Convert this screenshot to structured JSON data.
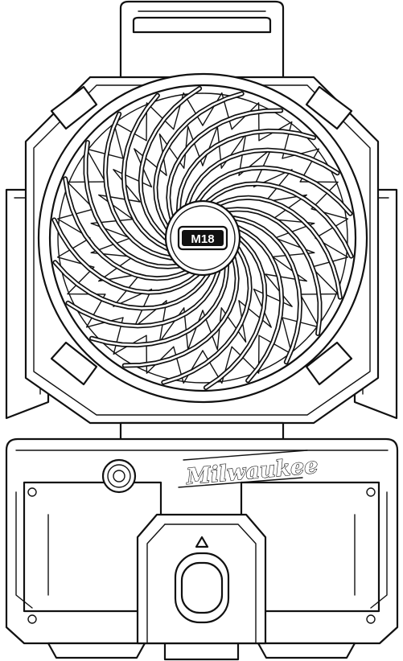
{
  "hub": {
    "badge_text": "M18"
  },
  "logo": {
    "brand_text": "Milwaukee"
  },
  "icons": {
    "handle": "carry-handle",
    "fan": "fan-grille-icon",
    "knob": "speed-knob-icon",
    "button": "power-button-icon",
    "arrow": "triangle-up-icon"
  },
  "colors": {
    "line": "#111111",
    "background": "#ffffff"
  }
}
